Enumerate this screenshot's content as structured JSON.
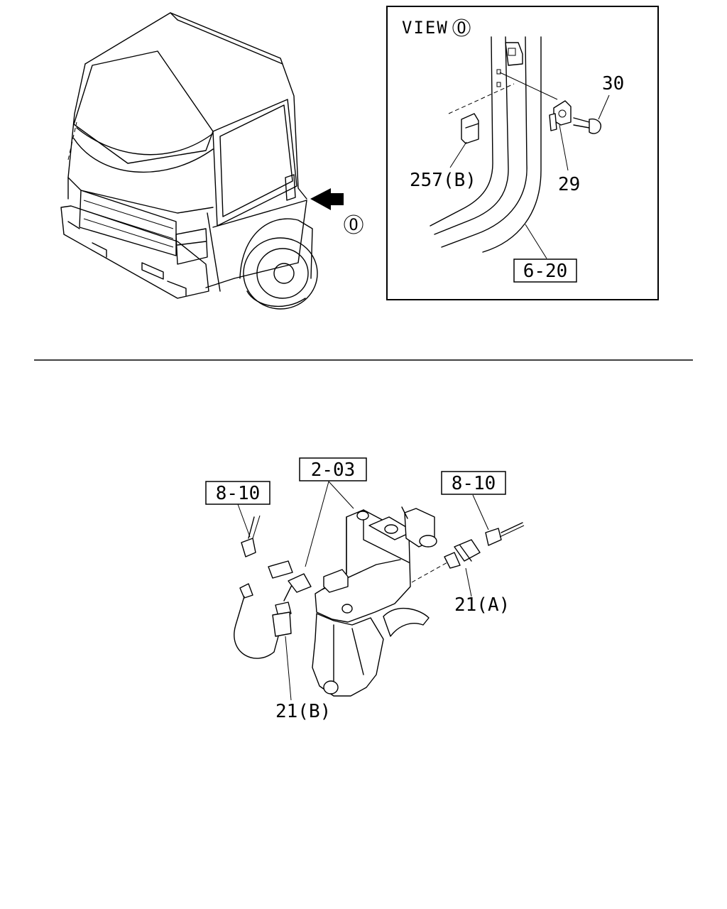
{
  "view_title": "VIEW",
  "view_marker": "O",
  "arrow_marker": "O",
  "labels": {
    "part_30": "30",
    "part_257b": "257(B)",
    "part_29": "29",
    "ref_6_20": "6-20",
    "ref_2_03": "2-03",
    "ref_8_10_left": "8-10",
    "ref_8_10_right": "8-10",
    "part_21a": "21(A)",
    "part_21b": "21(B)"
  }
}
